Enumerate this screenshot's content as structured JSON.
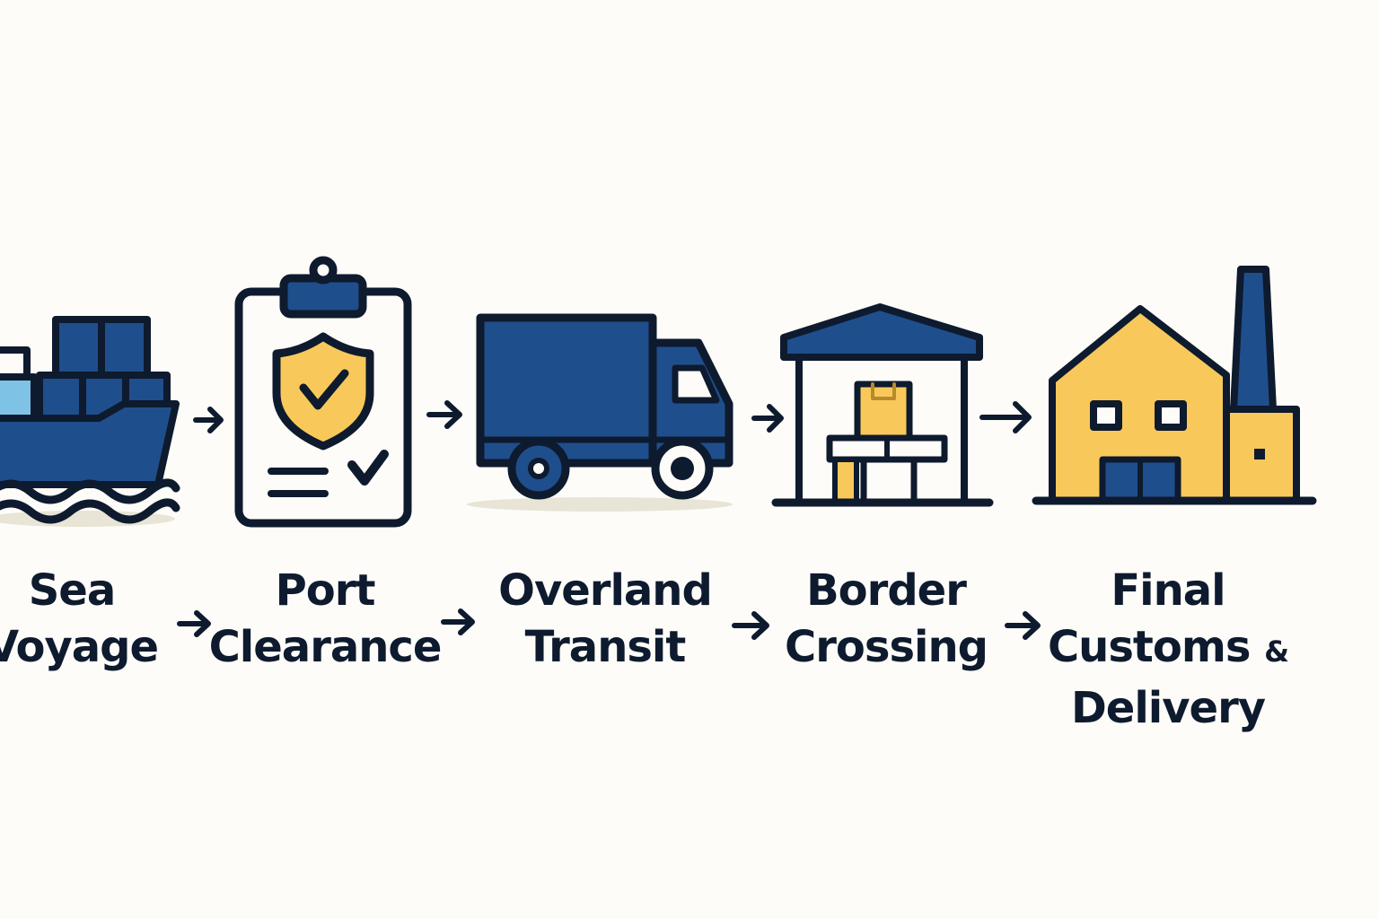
{
  "colors": {
    "navy": "#1f4e8c",
    "outline": "#0e1a2e",
    "gold": "#f8c95a",
    "background": "#fdfcf8",
    "light_blue": "#7ec3e6",
    "shadow": "#e8e4d6"
  },
  "steps": [
    {
      "icon": "cargo-ship-icon",
      "lines": [
        "Sea",
        "Voyage"
      ]
    },
    {
      "icon": "clipboard-shield-icon",
      "lines": [
        "Port",
        "Clearance"
      ]
    },
    {
      "icon": "truck-icon",
      "lines": [
        "Overland",
        "Transit"
      ]
    },
    {
      "icon": "border-station-icon",
      "lines": [
        "Border",
        "Crossing"
      ]
    },
    {
      "icon": "factory-icon",
      "lines": [
        "Final",
        "Customs",
        "Delivery"
      ],
      "ampersand": "&"
    }
  ],
  "arrow_icon": "right-arrow-icon"
}
